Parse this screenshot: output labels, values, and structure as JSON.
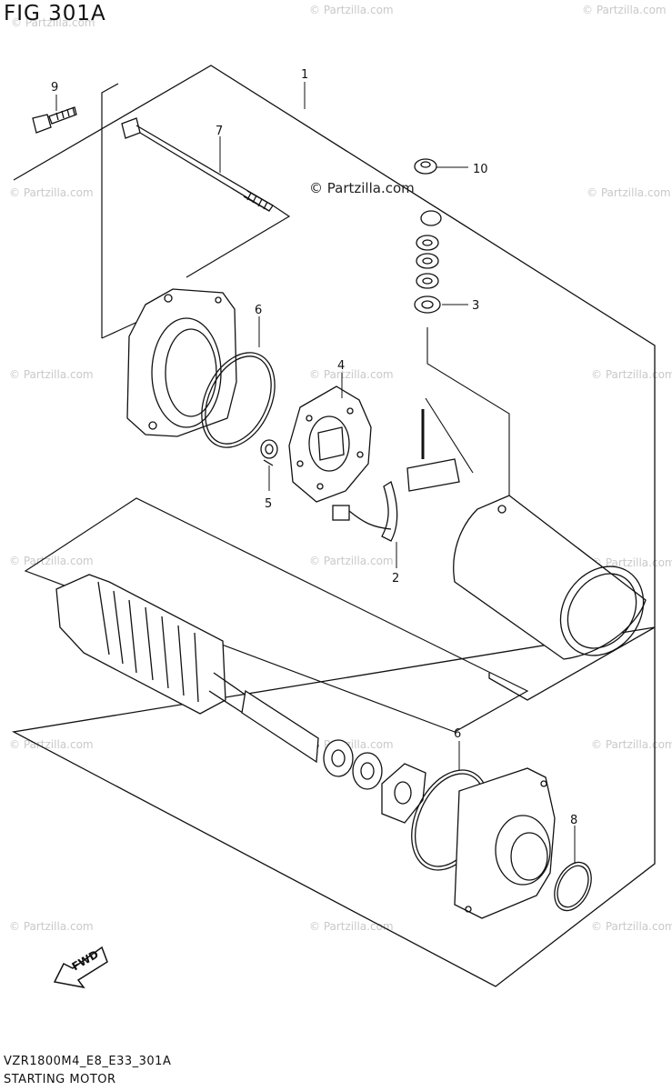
{
  "figure": {
    "title": "FIG 301A",
    "copyright": "© Partzilla.com",
    "watermark": "© Partzilla.com",
    "model_code": "VZR1800M4_E8_E33_301A",
    "assembly_name": "STARTING MOTOR"
  },
  "callouts": [
    {
      "id": "1",
      "label": "1"
    },
    {
      "id": "2",
      "label": "2"
    },
    {
      "id": "3",
      "label": "3"
    },
    {
      "id": "4",
      "label": "4"
    },
    {
      "id": "5",
      "label": "5"
    },
    {
      "id": "6a",
      "label": "6"
    },
    {
      "id": "6b",
      "label": "6"
    },
    {
      "id": "7",
      "label": "7"
    },
    {
      "id": "8",
      "label": "8"
    },
    {
      "id": "9",
      "label": "9"
    },
    {
      "id": "10",
      "label": "10"
    }
  ],
  "fwd_badge": {
    "label": "FWD"
  }
}
